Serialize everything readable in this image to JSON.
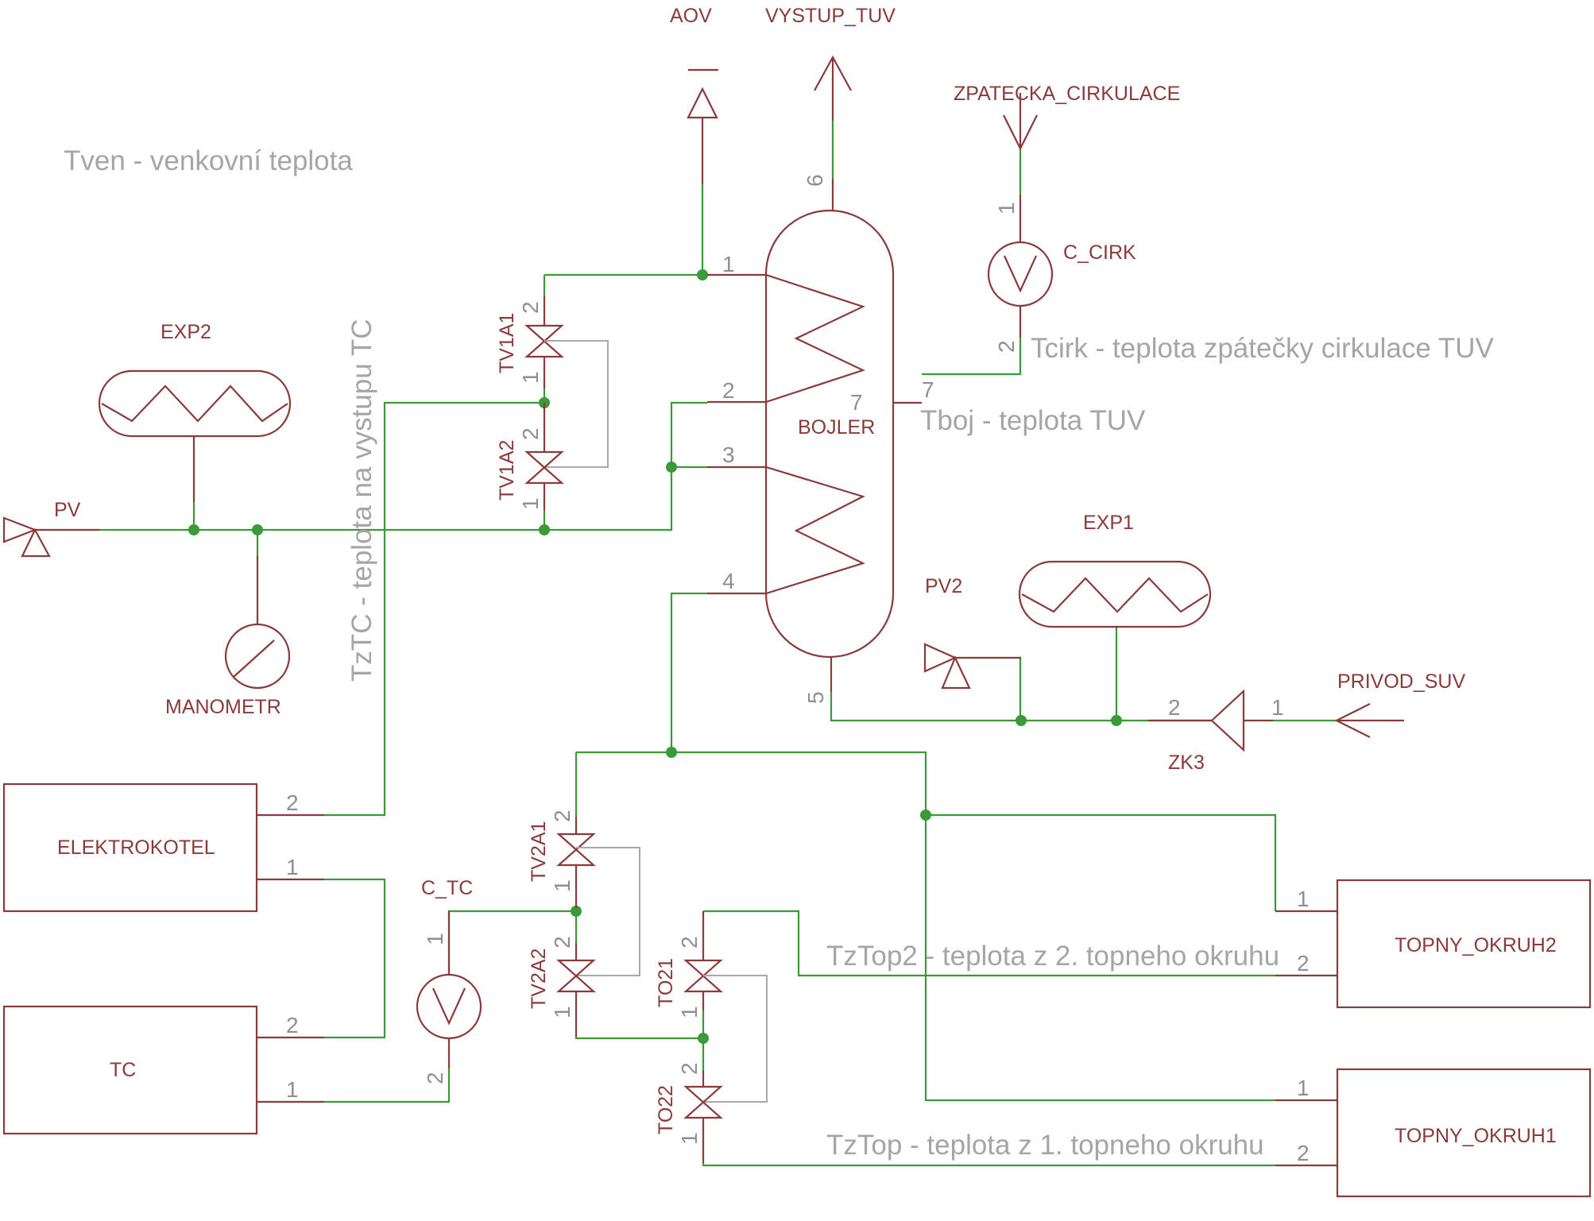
{
  "notes": {
    "tven": "Tven - venkovní teplota",
    "tztc": "TzTC - teplota na vystupu TC",
    "tcirk": "Tcirk - teplota zpátečky cirkulace TUV",
    "tboj": "Tboj - teplota TUV",
    "tztop2": "TzTop2 - teplota z 2. topneho okruhu",
    "tztop": "TzTop - teplota z 1. topneho okruhu"
  },
  "labels": {
    "aov": "AOV",
    "vystup_tuv": "VYSTUP_TUV",
    "zpatecka": "ZPATECKA_CIRKULACE",
    "c_cirk": "C_CIRK",
    "exp2": "EXP2",
    "exp1": "EXP1",
    "pv": "PV",
    "pv2": "PV2",
    "manometr": "MANOMETR",
    "bojler": "BOJLER",
    "tv1a1": "TV1A1",
    "tv1a2": "TV1A2",
    "tv2a1": "TV2A1",
    "tv2a2": "TV2A2",
    "to21": "TO21",
    "to22": "TO22",
    "c_tc": "C_TC",
    "elektrokotel": "ELEKTROKOTEL",
    "tc": "TC",
    "topny_okruh2": "TOPNY_OKRUH2",
    "topny_okruh1": "TOPNY_OKRUH1",
    "privod_suv": "PRIVOD_SUV",
    "zk3": "ZK3"
  },
  "pins": {
    "one": "1",
    "two": "2",
    "three": "3",
    "four": "4",
    "five": "5",
    "six": "6",
    "seven": "7"
  },
  "colors": {
    "symbol": "#8b3a3a",
    "net": "#3a9a3a",
    "pin_text": "#8f8f8f",
    "note_text": "#a5a5a5"
  }
}
